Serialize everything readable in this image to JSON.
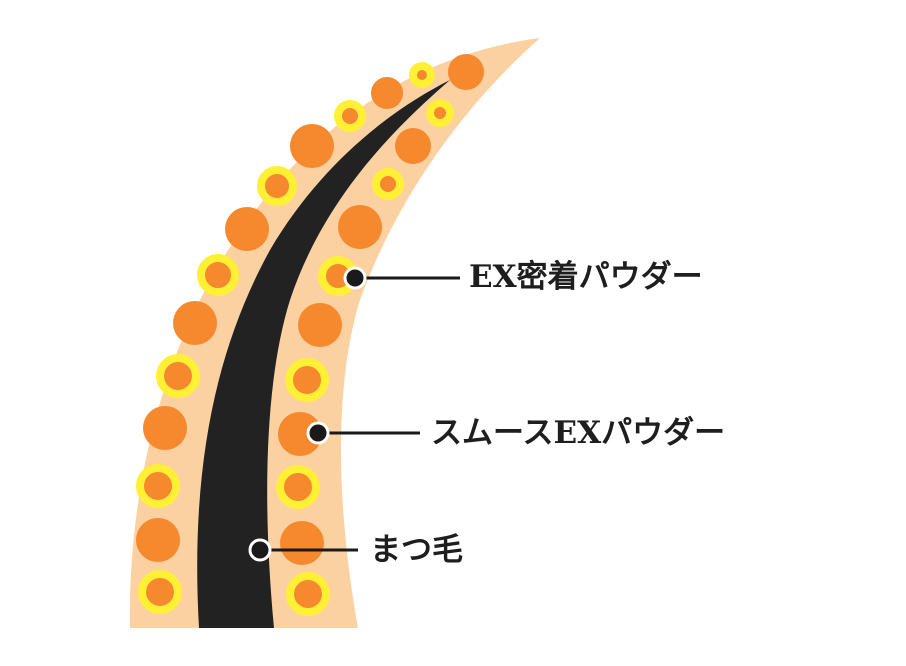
{
  "labels": {
    "ex_adhesion_powder": "EX密着パウダー",
    "smooth_ex_powder": "スムースEXパウダー",
    "eyelash": "まつ毛"
  },
  "colors": {
    "coating": "#fbd1a2",
    "particle": "#f6882d",
    "particle_ring": "#fff035",
    "lash": "#222222",
    "leader": "#1a1a1a"
  }
}
